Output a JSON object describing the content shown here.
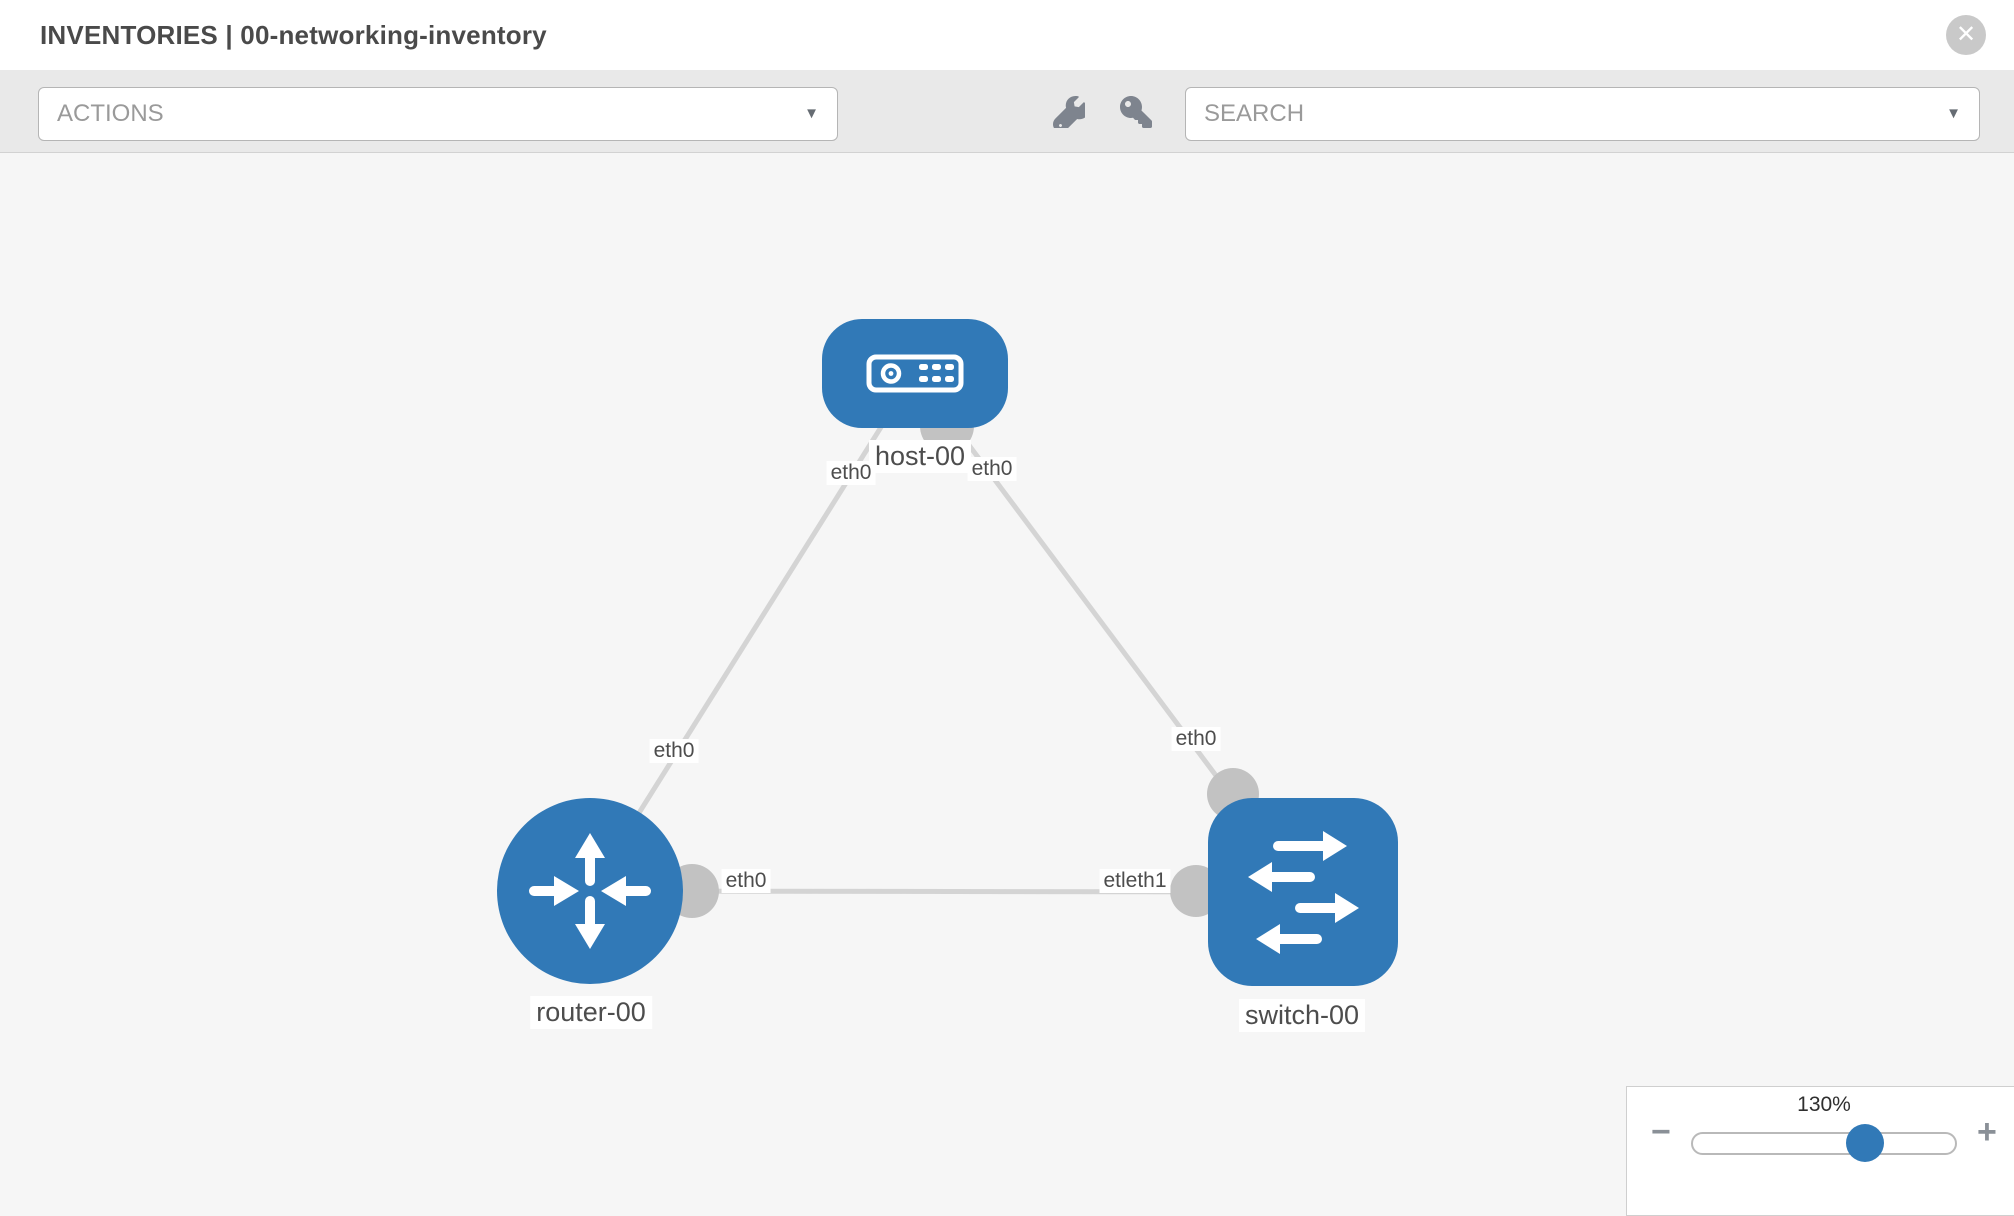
{
  "window": {
    "title": "INVENTORIES | 00-networking-inventory"
  },
  "toolbar": {
    "actions_placeholder": "ACTIONS",
    "search_placeholder": "SEARCH"
  },
  "glyphs": {
    "close": "✕",
    "caret": "▼",
    "minus": "−",
    "plus": "+"
  },
  "topology": {
    "nodes": [
      {
        "id": "host-00",
        "label": "host-00",
        "type": "host"
      },
      {
        "id": "router-00",
        "label": "router-00",
        "type": "router"
      },
      {
        "id": "switch-00",
        "label": "switch-00",
        "type": "switch"
      }
    ],
    "links": [
      {
        "from": "host-00",
        "to": "router-00",
        "from_interface": "eth0",
        "to_interface": "eth0"
      },
      {
        "from": "host-00",
        "to": "switch-00",
        "from_interface": "eth0",
        "to_interface": "eth0"
      },
      {
        "from": "router-00",
        "to": "switch-00",
        "from_interface": "eth0",
        "to_interface": "etleth1"
      }
    ]
  },
  "zoom_control": {
    "level_label": "130%",
    "percent": 130
  },
  "colors": {
    "node_fill": "#3179b7",
    "link": "#d4d4d4",
    "connector": "#c2c2c2",
    "accent": "#3179b7"
  }
}
